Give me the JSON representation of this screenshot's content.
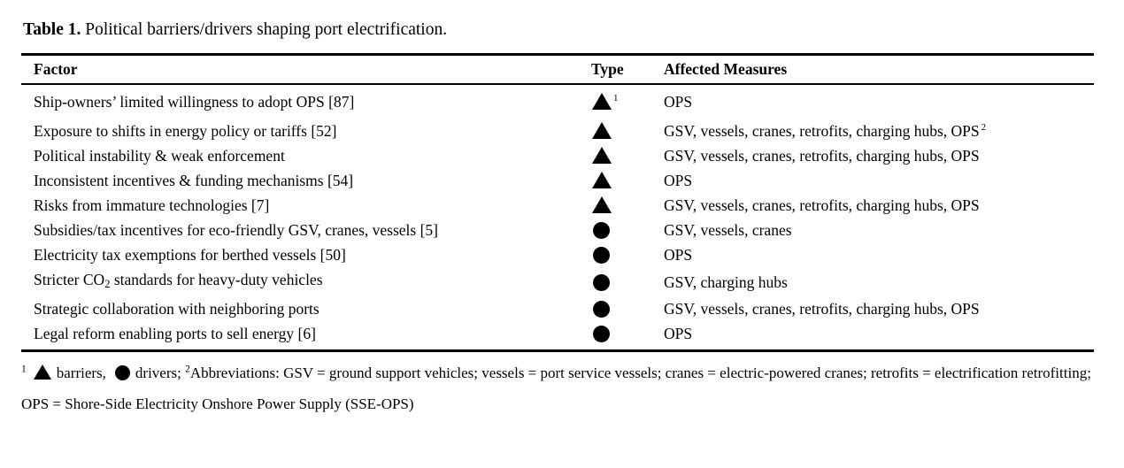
{
  "caption": {
    "label": "Table 1.",
    "text": " Political barriers/drivers shaping port electrification."
  },
  "table": {
    "headers": {
      "factor": "Factor",
      "type": "Type",
      "measures": "Affected Measures"
    },
    "rows": [
      {
        "factor": "Ship-owners’ limited willingness to adopt OPS [87]",
        "type_symbol": "triangle",
        "type_footnote": "1",
        "measures": "OPS",
        "measures_footnote": ""
      },
      {
        "factor": "Exposure to shifts in energy policy or tariffs [52]",
        "type_symbol": "triangle",
        "type_footnote": "",
        "measures": "GSV, vessels, cranes, retrofits, charging hubs, OPS",
        "measures_footnote": "2"
      },
      {
        "factor": "Political instability & weak enforcement",
        "type_symbol": "triangle",
        "type_footnote": "",
        "measures": "GSV, vessels, cranes, retrofits, charging hubs, OPS",
        "measures_footnote": ""
      },
      {
        "factor": "Inconsistent incentives & funding mechanisms [54]",
        "type_symbol": "triangle",
        "type_footnote": "",
        "measures": "OPS",
        "measures_footnote": ""
      },
      {
        "factor": "Risks from immature technologies [7]",
        "type_symbol": "triangle",
        "type_footnote": "",
        "measures": "GSV, vessels, cranes, retrofits, charging hubs, OPS",
        "measures_footnote": ""
      },
      {
        "factor": "Subsidies/tax incentives for eco-friendly GSV, cranes, vessels [5]",
        "type_symbol": "circle",
        "type_footnote": "",
        "measures": "GSV, vessels, cranes",
        "measures_footnote": ""
      },
      {
        "factor": "Electricity tax exemptions for berthed vessels [50]",
        "type_symbol": "circle",
        "type_footnote": "",
        "measures": "OPS",
        "measures_footnote": ""
      },
      {
        "factor_pre": "Stricter CO",
        "factor_sub": "2",
        "factor_post": " standards for heavy-duty vehicles",
        "factor": "Stricter CO2 standards for heavy-duty vehicles",
        "type_symbol": "circle",
        "type_footnote": "",
        "measures": "GSV, charging hubs",
        "measures_footnote": ""
      },
      {
        "factor": "Strategic collaboration with neighboring ports",
        "type_symbol": "circle",
        "type_footnote": "",
        "measures": "GSV, vessels, cranes, retrofits, charging hubs, OPS",
        "measures_footnote": ""
      },
      {
        "factor": "Legal reform enabling ports to sell energy [6]",
        "type_symbol": "circle",
        "type_footnote": "",
        "measures": "OPS",
        "measures_footnote": ""
      }
    ]
  },
  "footnote": {
    "marker1": "1",
    "barriers_label": "barriers,",
    "drivers_label": "drivers;",
    "marker2": "2",
    "abbrev_text": "Abbreviations: GSV = ground support vehicles; vessels = port service vessels; cranes = electric-powered cranes; retrofits = electrification retrofitting; OPS = Shore-Side Electricity Onshore Power Supply (SSE-OPS)"
  }
}
